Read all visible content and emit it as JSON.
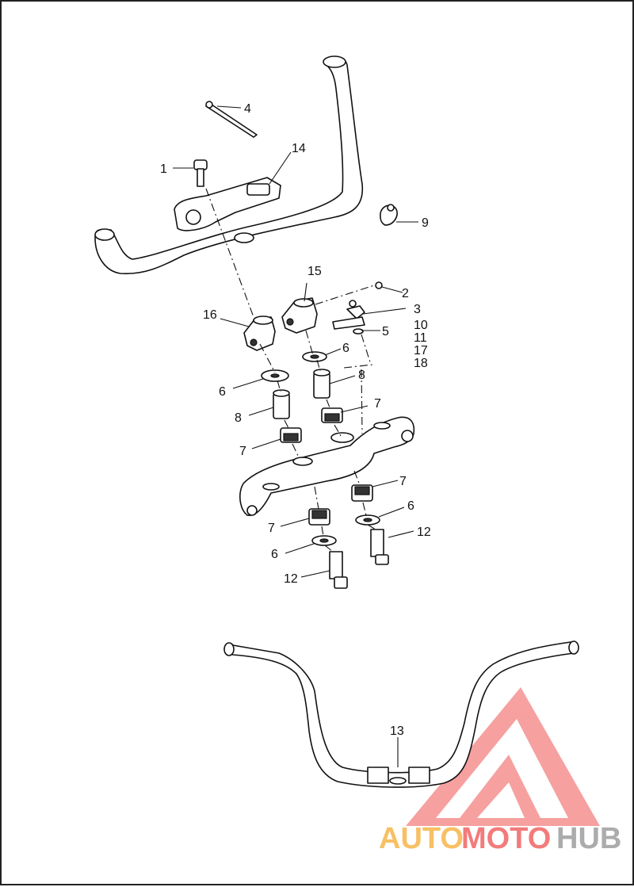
{
  "callouts": {
    "c1": "1",
    "c2": "2",
    "c3": "3",
    "c4": "4",
    "c5": "5",
    "c6a": "6",
    "c6b": "6",
    "c6c": "6",
    "c6d": "6",
    "c7a": "7",
    "c7b": "7",
    "c7c": "7",
    "c7d": "7",
    "c8a": "8",
    "c8b": "8",
    "c9": "9",
    "c10": "10",
    "c11": "11",
    "c12a": "12",
    "c12b": "12",
    "c13": "13",
    "c14": "14",
    "c15": "15",
    "c16": "16",
    "c17": "17",
    "c18": "18"
  },
  "watermark": {
    "part1": "AUTO",
    "part2": "MOTO",
    "part3": "HUB",
    "color_primary": "#f5a623",
    "color_secondary": "#ef4444",
    "color_tertiary": "#8a8a8a"
  }
}
